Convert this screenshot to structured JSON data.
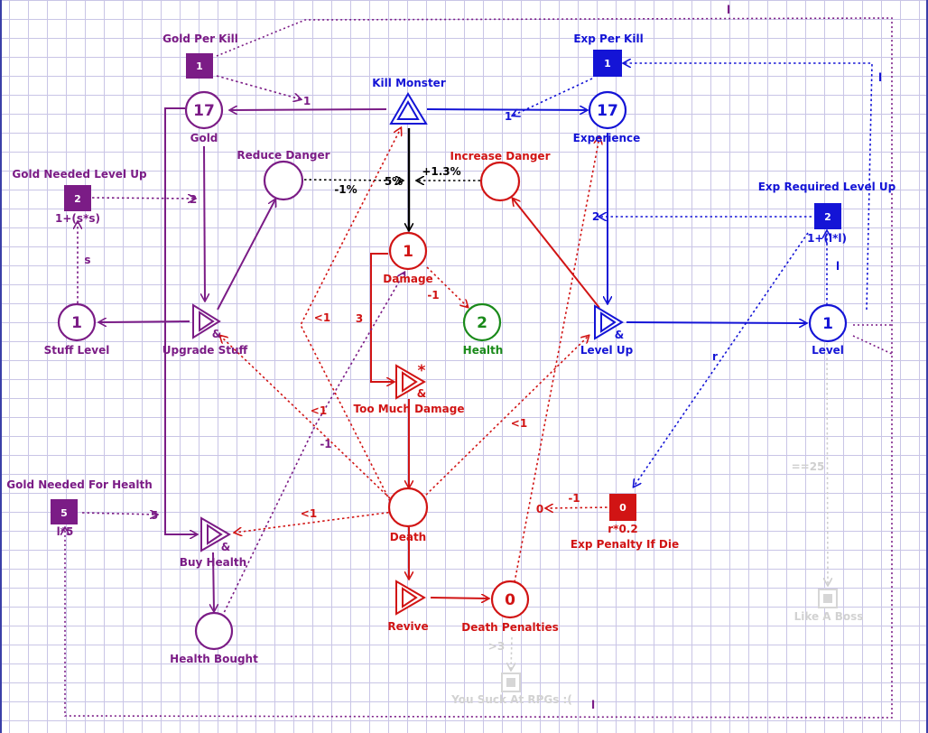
{
  "colors": {
    "purple": "#7b1c86",
    "blue": "#1414d6",
    "red": "#d11414",
    "black": "#000000",
    "green": "#1a8a1a",
    "gray": "#cfcfcf",
    "dark_purple": "#6b1276"
  },
  "nodes": {
    "gold_per_kill": {
      "label": "Gold Per Kill",
      "value": "1"
    },
    "gold": {
      "label": "Gold",
      "value": "17"
    },
    "kill_monster": {
      "label": "Kill Monster"
    },
    "exp_per_kill": {
      "label": "Exp Per Kill",
      "value": "1"
    },
    "experience": {
      "label": "Experience",
      "value": "17"
    },
    "reduce_danger": {
      "label": "Reduce Danger"
    },
    "increase_danger": {
      "label": "Increase Danger"
    },
    "gold_needed_level_up": {
      "label": "Gold Needed Level Up",
      "value": "2",
      "formula": "1+(s*s)"
    },
    "exp_required_level_up": {
      "label": "Exp Required Level Up",
      "value": "2",
      "formula": "1+(l*l)"
    },
    "damage": {
      "label": "Damage",
      "value": "1"
    },
    "health": {
      "label": "Health",
      "value": "2"
    },
    "stuff_level": {
      "label": "Stuff Level",
      "value": "1"
    },
    "upgrade_stuff": {
      "label": "Upgrade Stuff"
    },
    "level_up": {
      "label": "Level Up"
    },
    "level": {
      "label": "Level",
      "value": "1"
    },
    "too_much_damage": {
      "label": "Too Much Damage"
    },
    "gold_needed_for_health": {
      "label": "Gold Needed For Health",
      "value": "5",
      "formula": "l*5"
    },
    "buy_health": {
      "label": "Buy Health"
    },
    "death": {
      "label": "Death"
    },
    "exp_penalty_if_die": {
      "label": "Exp Penalty If Die",
      "value": "0",
      "formula": "r*0.2"
    },
    "health_bought": {
      "label": "Health Bought"
    },
    "revive": {
      "label": "Revive"
    },
    "death_penalties": {
      "label": "Death Penalties",
      "value": "0"
    },
    "like_a_boss": {
      "label": "Like A Boss"
    },
    "you_suck": {
      "label": "You Suck At RPGs :("
    }
  },
  "edge_labels": {
    "gpk_to_km": "1",
    "epk_to_km": "1",
    "gnl_to_upgrade": "2",
    "s_var": "s",
    "reduce_minus": "-1%",
    "five_pct": "5%",
    "increase_plus": "+1.3%",
    "erl_to_levelup": "2",
    "l_var_top": "l",
    "l_var_mid": "l",
    "damage_minus": "-1",
    "damage_three": "3",
    "lt1_a": "<1",
    "lt1_b": "<1",
    "lt1_c": "<1",
    "lt1_d": "<1",
    "minus_one_purple": "-1",
    "r_var": "r",
    "penalty_minus": "-1",
    "penalty_zero": "0",
    "gnh_to_buy": "5",
    "eq25": "==25",
    "gt3": ">3",
    "l_bottom": "l",
    "l_top_border": "l"
  }
}
